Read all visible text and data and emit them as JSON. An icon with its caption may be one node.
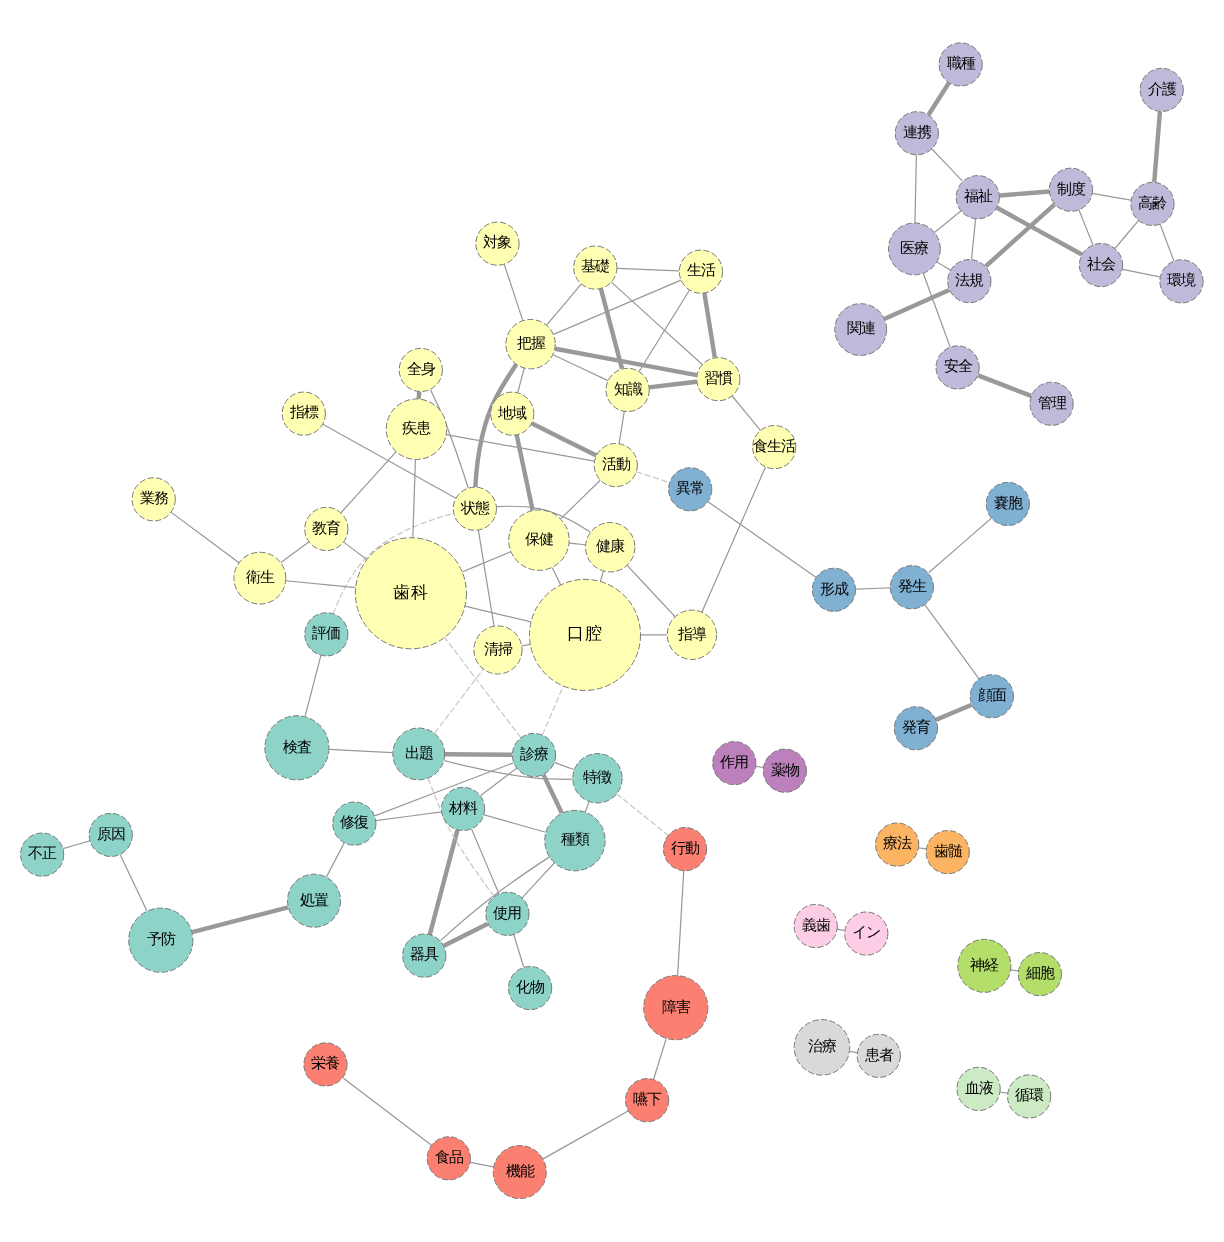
{
  "diagram": {
    "nodes": [
      {
        "text": [
          "作用"
        ]
      },
      {
        "text": [
          "薬物"
        ]
      },
      {
        "text": [
          "義歯"
        ]
      },
      {
        "text": [
          "栄養"
        ]
      },
      {
        "text": [
          "食品"
        ]
      },
      {
        "text": [
          "イン"
        ]
      },
      {
        "text": [
          "予防"
        ]
      },
      {
        "text": [
          "機能"
        ]
      },
      {
        "text": [
          "治療"
        ]
      },
      {
        "text": [
          "処置"
        ]
      },
      {
        "text": [
          "原因"
        ]
      },
      {
        "text": [
          "嚥下"
        ]
      },
      {
        "text": [
          "修復"
        ]
      },
      {
        "text": [
          "療法"
        ]
      },
      {
        "text": [
          "材料"
        ]
      },
      {
        "text": [
          "患者"
        ]
      },
      {
        "text": [
          "行動"
        ]
      },
      {
        "text": [
          "障害"
        ]
      },
      {
        "text": [
          "不正"
        ]
      },
      {
        "text": [
          "種類"
        ]
      },
      {
        "text": [
          "歯髄"
        ]
      },
      {
        "text": [
          "特徴"
        ]
      },
      {
        "text": [
          "器具"
        ]
      },
      {
        "text": [
          "職種"
        ]
      },
      {
        "text": [
          "診療"
        ]
      },
      {
        "text": [
          "使用"
        ]
      },
      {
        "text": [
          "管理"
        ]
      },
      {
        "text": [
          "安全"
        ]
      },
      {
        "text": [
          "検査"
        ]
      },
      {
        "text": [
          "関連"
        ]
      },
      {
        "text": [
          "連携"
        ]
      },
      {
        "text": [
          "出題"
        ]
      },
      {
        "text": [
          "化物"
        ]
      },
      {
        "text": [
          "評価"
        ]
      },
      {
        "text": [
          "清掃"
        ]
      },
      {
        "text": [
          "医療"
        ]
      },
      {
        "text": [
          "法規"
        ]
      },
      {
        "text": [
          "血液"
        ]
      },
      {
        "text": [
          "業務"
        ]
      },
      {
        "text": [
          "口腔"
        ]
      },
      {
        "text": [
          "歯科"
        ]
      },
      {
        "text": [
          "福祉"
        ]
      },
      {
        "text": [
          "健康"
        ]
      },
      {
        "text": [
          "指標"
        ]
      },
      {
        "text": [
          "制度"
        ]
      },
      {
        "text": [
          "衛生"
        ]
      },
      {
        "text": [
          "循環"
        ]
      },
      {
        "text": [
          "状態"
        ]
      },
      {
        "text": [
          "指導"
        ]
      },
      {
        "text": [
          "保健"
        ]
      },
      {
        "text": [
          "社会"
        ]
      },
      {
        "text": [
          "食生活"
        ]
      },
      {
        "text": [
          "高齢"
        ]
      },
      {
        "text": [
          "介護"
        ]
      },
      {
        "text": [
          "教育"
        ]
      },
      {
        "text": [
          "全身"
        ]
      },
      {
        "text": [
          "疾患"
        ]
      },
      {
        "text": [
          "環境"
        ]
      },
      {
        "text": [
          "把握"
        ]
      },
      {
        "text": [
          "発育"
        ]
      },
      {
        "text": [
          "習慣"
        ]
      },
      {
        "text": [
          "地域"
        ]
      },
      {
        "text": [
          "神経"
        ]
      },
      {
        "text": [
          "活動"
        ]
      },
      {
        "text": [
          "生活"
        ]
      },
      {
        "text": [
          "知識"
        ]
      },
      {
        "text": [
          "顔面"
        ]
      },
      {
        "text": [
          "細胞"
        ]
      },
      {
        "text": [
          "基礎"
        ]
      },
      {
        "text": [
          "異常"
        ]
      },
      {
        "text": [
          "対象"
        ]
      },
      {
        "text": [
          "嚢胞"
        ]
      },
      {
        "text": [
          "発生"
        ]
      },
      {
        "text": [
          "形成"
        ]
      }
    ],
    "edges": [
      {
        "from": 5,
        "to": 2,
        "arrow": "none"
      },
      {
        "from": 0,
        "to": 1,
        "arrow": "none"
      },
      {
        "from": 3,
        "to": 4,
        "arrow": "none"
      },
      {
        "from": 4,
        "to": 7,
        "arrow": "none"
      },
      {
        "from": 7,
        "to": 11,
        "arrow": "none"
      },
      {
        "from": 11,
        "to": 17,
        "arrow": "none"
      },
      {
        "from": 16,
        "to": 17,
        "arrow": "none"
      },
      {
        "from": 21,
        "to": 16,
        "arrow": "none",
        "style": "dashed",
        "color": "#c8c8c8"
      },
      {
        "from": 9,
        "to": 6,
        "arrow": "none",
        "style": "thick"
      },
      {
        "from": 6,
        "to": 10,
        "arrow": "none"
      },
      {
        "from": 10,
        "to": 18,
        "arrow": "none"
      },
      {
        "from": 12,
        "to": 9,
        "arrow": "none"
      },
      {
        "from": 14,
        "to": 12,
        "arrow": "none"
      },
      {
        "from": 12,
        "to": 24,
        "arrow": "none"
      },
      {
        "from": 14,
        "to": 22,
        "arrow": "none",
        "style": "thick"
      },
      {
        "from": 14,
        "to": 19,
        "arrow": "none"
      },
      {
        "from": 22,
        "to": 19,
        "arrow": "none"
      },
      {
        "from": 19,
        "to": 21,
        "arrow": "none"
      },
      {
        "from": 22,
        "to": 25,
        "arrow": "none",
        "style": "thick"
      },
      {
        "from": 14,
        "to": 25,
        "arrow": "none"
      },
      {
        "from": 19,
        "to": 25,
        "arrow": "none"
      },
      {
        "from": 19,
        "to": 24,
        "arrow": "none",
        "style": "thick"
      },
      {
        "from": 14,
        "to": 24,
        "arrow": "none"
      },
      {
        "from": 21,
        "to": 24,
        "arrow": "none"
      },
      {
        "from": 21,
        "to": 31,
        "arrow": "none"
      },
      {
        "from": 24,
        "to": 31,
        "arrow": "none",
        "style": "thick"
      },
      {
        "from": 25,
        "to": 32,
        "arrow": "none"
      },
      {
        "from": 25,
        "to": 31,
        "arrow": "none",
        "style": "dashed",
        "color": "#c8c8c8"
      },
      {
        "from": 31,
        "to": 28,
        "arrow": "none"
      },
      {
        "from": 28,
        "to": 33,
        "arrow": "none"
      },
      {
        "from": 33,
        "to": 47,
        "arrow": "none",
        "style": "dashed",
        "color": "#c8c8c8"
      },
      {
        "from": 31,
        "to": 34,
        "arrow": "none",
        "style": "dashed",
        "color": "#c8c8c8"
      },
      {
        "from": 24,
        "to": 40,
        "arrow": "none",
        "style": "dashed",
        "color": "#c8c8c8"
      },
      {
        "from": 24,
        "to": 39,
        "arrow": "none",
        "style": "dashed",
        "color": "#c8c8c8"
      },
      {
        "from": 8,
        "to": 15,
        "arrow": "none"
      },
      {
        "from": 13,
        "to": 20,
        "arrow": "none"
      },
      {
        "from": 26,
        "to": 27,
        "arrow": "none",
        "style": "thick"
      },
      {
        "from": 27,
        "to": 35,
        "arrow": "none"
      },
      {
        "from": 23,
        "to": 30,
        "arrow": "none",
        "style": "thick"
      },
      {
        "from": 30,
        "to": 35,
        "arrow": "none"
      },
      {
        "from": 30,
        "to": 41,
        "arrow": "none"
      },
      {
        "from": 35,
        "to": 36,
        "arrow": "none"
      },
      {
        "from": 35,
        "to": 41,
        "arrow": "none"
      },
      {
        "from": 29,
        "to": 36,
        "arrow": "none",
        "style": "thick"
      },
      {
        "from": 36,
        "to": 41,
        "arrow": "none"
      },
      {
        "from": 36,
        "to": 44,
        "arrow": "none",
        "style": "thick"
      },
      {
        "from": 41,
        "to": 44,
        "arrow": "none",
        "style": "thick"
      },
      {
        "from": 41,
        "to": 50,
        "arrow": "none",
        "style": "thick"
      },
      {
        "from": 44,
        "to": 52,
        "arrow": "none"
      },
      {
        "from": 44,
        "to": 50,
        "arrow": "none"
      },
      {
        "from": 53,
        "to": 52,
        "arrow": "none",
        "style": "thick"
      },
      {
        "from": 52,
        "to": 50,
        "arrow": "none"
      },
      {
        "from": 52,
        "to": 57,
        "arrow": "none"
      },
      {
        "from": 50,
        "to": 57,
        "arrow": "none"
      },
      {
        "from": 37,
        "to": 46,
        "arrow": "none"
      },
      {
        "from": 34,
        "to": 39,
        "arrow": "none"
      },
      {
        "from": 34,
        "to": 47,
        "arrow": "none"
      },
      {
        "from": 38,
        "to": 45,
        "arrow": "none"
      },
      {
        "from": 45,
        "to": 40,
        "arrow": "none"
      },
      {
        "from": 45,
        "to": 54,
        "arrow": "none"
      },
      {
        "from": 40,
        "to": 39,
        "arrow": "none"
      },
      {
        "from": 39,
        "to": 42,
        "arrow": "none"
      },
      {
        "from": 39,
        "to": 48,
        "arrow": "none"
      },
      {
        "from": 39,
        "to": 49,
        "arrow": "none"
      },
      {
        "from": 40,
        "to": 49,
        "arrow": "none"
      },
      {
        "from": 40,
        "to": 54,
        "arrow": "none"
      },
      {
        "from": 40,
        "to": 56,
        "arrow": "none"
      },
      {
        "from": 54,
        "to": 56,
        "arrow": "none"
      },
      {
        "from": 49,
        "to": 63,
        "arrow": "none"
      },
      {
        "from": 49,
        "to": 61,
        "arrow": "none",
        "style": "thick"
      },
      {
        "from": 56,
        "to": 55,
        "arrow": "none",
        "style": "thick"
      },
      {
        "from": 56,
        "to": 63,
        "arrow": "none"
      },
      {
        "from": 55,
        "to": 47,
        "arrow": "none"
      },
      {
        "from": 42,
        "to": 47,
        "arrow": "none"
      },
      {
        "from": 42,
        "to": 48,
        "arrow": "none"
      },
      {
        "from": 42,
        "to": 49,
        "arrow": "none"
      },
      {
        "from": 48,
        "to": 51,
        "arrow": "none"
      },
      {
        "from": 47,
        "to": 43,
        "arrow": "none"
      },
      {
        "from": 47,
        "to": 58,
        "arrow": "none",
        "style": "thick"
      },
      {
        "from": 51,
        "to": 60,
        "arrow": "none"
      },
      {
        "from": 61,
        "to": 58,
        "arrow": "none"
      },
      {
        "from": 61,
        "to": 63,
        "arrow": "none",
        "style": "thick"
      },
      {
        "from": 63,
        "to": 65,
        "arrow": "none"
      },
      {
        "from": 63,
        "to": 69,
        "arrow": "none",
        "style": "dashed",
        "color": "#c8c8c8"
      },
      {
        "from": 58,
        "to": 60,
        "arrow": "none",
        "style": "thick"
      },
      {
        "from": 58,
        "to": 65,
        "arrow": "none"
      },
      {
        "from": 58,
        "to": 68,
        "arrow": "none"
      },
      {
        "from": 58,
        "to": 64,
        "arrow": "none"
      },
      {
        "from": 58,
        "to": 70,
        "arrow": "none"
      },
      {
        "from": 65,
        "to": 60,
        "arrow": "none",
        "style": "thick"
      },
      {
        "from": 65,
        "to": 68,
        "arrow": "none",
        "style": "thick"
      },
      {
        "from": 65,
        "to": 64,
        "arrow": "none"
      },
      {
        "from": 60,
        "to": 68,
        "arrow": "none"
      },
      {
        "from": 68,
        "to": 64,
        "arrow": "none"
      },
      {
        "from": 60,
        "to": 64,
        "arrow": "none",
        "style": "thick"
      },
      {
        "from": 69,
        "to": 73,
        "arrow": "none"
      },
      {
        "from": 73,
        "to": 72,
        "arrow": "none"
      },
      {
        "from": 72,
        "to": 66,
        "arrow": "none"
      },
      {
        "from": 59,
        "to": 66,
        "arrow": "none",
        "style": "thick"
      },
      {
        "from": 72,
        "to": 71,
        "arrow": "none"
      },
      {
        "from": 62,
        "to": 67,
        "arrow": "none"
      }
    ]
  }
}
